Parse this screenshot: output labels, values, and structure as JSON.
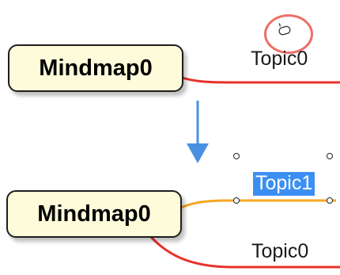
{
  "before": {
    "root_label": "Mindmap0",
    "topic_label": "Topic0"
  },
  "after": {
    "root_label": "Mindmap0",
    "selected_topic_label": "Topic1",
    "topic_label": "Topic0"
  },
  "colors": {
    "node_fill": "#fdfbd9",
    "node_border": "#1e1e1e",
    "branch_red": "#e8302c",
    "branch_orange": "#f5a623",
    "arrow_blue": "#4a90e2",
    "selection_blue": "#3c8ff2",
    "highlight_ring": "#ec6f66"
  },
  "icons": {
    "cursor": "mouse-cursor-icon",
    "arrow": "down-arrow-icon"
  }
}
